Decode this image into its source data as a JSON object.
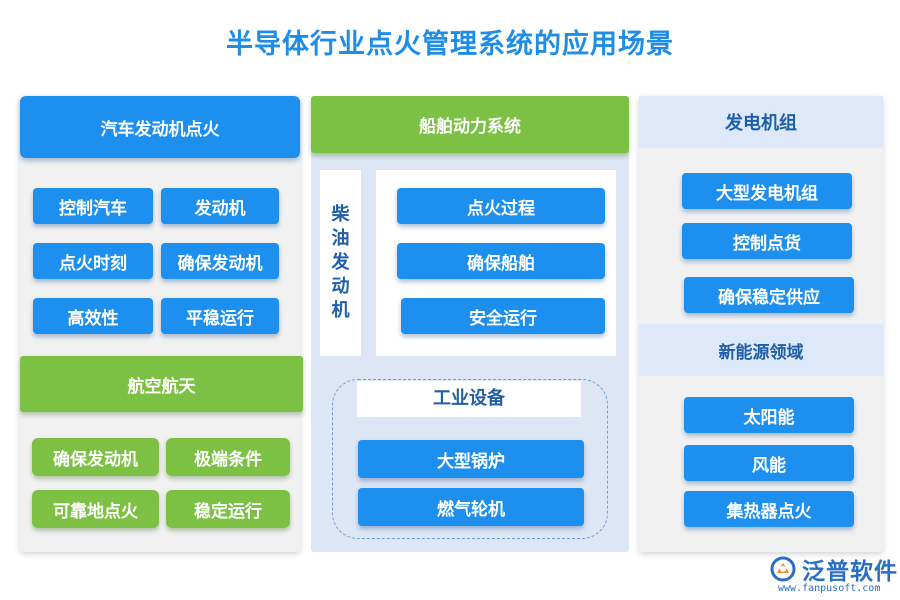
{
  "title": "半导体行业点火管理系统的应用场景",
  "col1": {
    "header1": "汽车发动机点火",
    "items1": [
      "控制汽车",
      "发动机",
      "点火时刻",
      "确保发动机",
      "高效性",
      "平稳运行"
    ],
    "header2": "航空航天",
    "items2": [
      "确保发动机",
      "极端条件",
      "可靠地点火",
      "稳定运行"
    ]
  },
  "col2": {
    "header": "船舶动力系统",
    "vertical_label": [
      "柴",
      "油",
      "发",
      "动",
      "机"
    ],
    "items": [
      "点火过程",
      "确保船舶",
      "安全运行"
    ],
    "sub_header": "工业设备",
    "sub_items": [
      "大型锅炉",
      "燃气轮机"
    ]
  },
  "col3": {
    "header1": "发电机组",
    "items1": [
      "大型发电机组",
      "控制点货",
      "确保稳定供应"
    ],
    "header2": "新能源领域",
    "items2": [
      "太阳能",
      "风能",
      "集热器点火"
    ]
  },
  "logo": {
    "name": "泛普软件",
    "url": "www.fanpusoft.com"
  },
  "colors": {
    "title": "#1e8de8",
    "blue_button": "#1d8fef",
    "green_button": "#7cc143",
    "panel_bg": "#f1f1f1",
    "middle_panel_bg": "#dde6f5",
    "light_header": "#dde9f8"
  }
}
